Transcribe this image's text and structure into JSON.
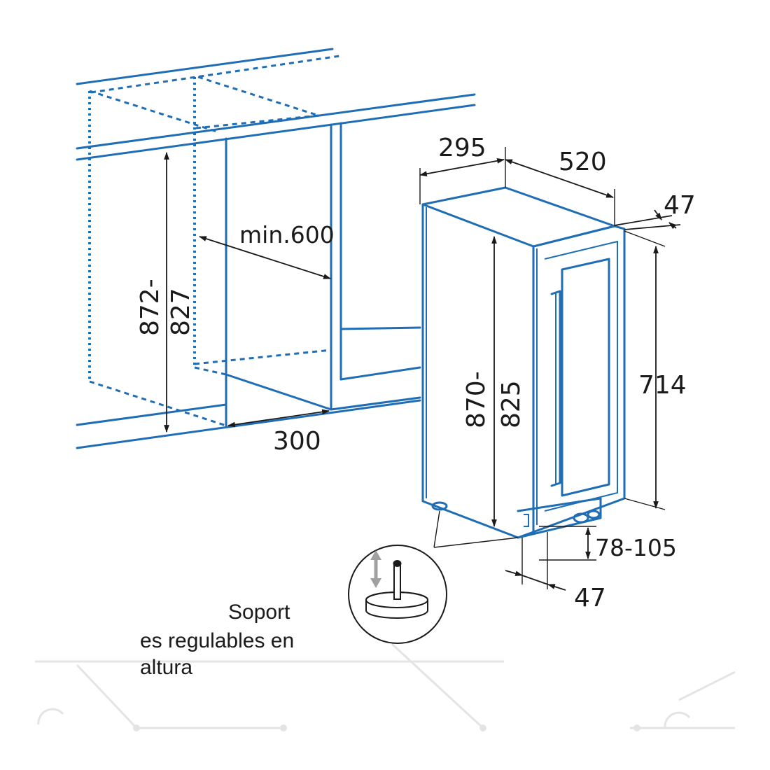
{
  "dimensions": {
    "depth": "295",
    "width": "520",
    "door_offset": "47",
    "height": "714",
    "niche_depth": "min.600",
    "niche_height_a": "872-",
    "niche_height_b": "827",
    "niche_width": "300",
    "appliance_height_a": "870-",
    "appliance_height_b": "825",
    "plinth_height": "78-105",
    "foot_offset": "47"
  },
  "note": {
    "line1": "Soport",
    "line2": "es  regulables en",
    "line3": "altura"
  },
  "colors": {
    "line": "#1f6db5",
    "text": "#1a1a1a"
  }
}
